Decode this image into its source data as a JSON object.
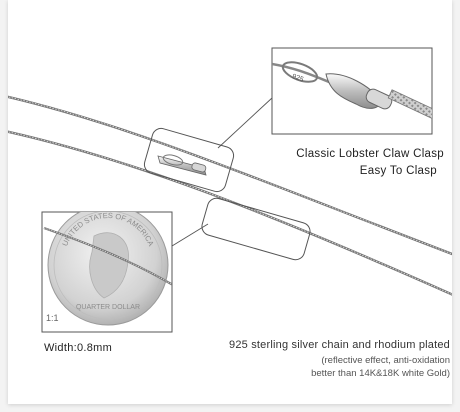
{
  "features": {
    "clasp_title": "Classic Lobster Claw Clasp",
    "clasp_subtitle": "Easy To Clasp",
    "scale": "1:1",
    "width": "Width:0.8mm",
    "material": "925 sterling silver chain and rhodium plated",
    "detail_line1": "(reflective effect, anti-oxidation",
    "detail_line2": "better than 14K&18K white Gold)"
  },
  "coin": {
    "top_text": "UNITED STATES OF AMERICA",
    "bottom_text": "QUARTER DOLLAR"
  },
  "clasp_engraving": "925"
}
